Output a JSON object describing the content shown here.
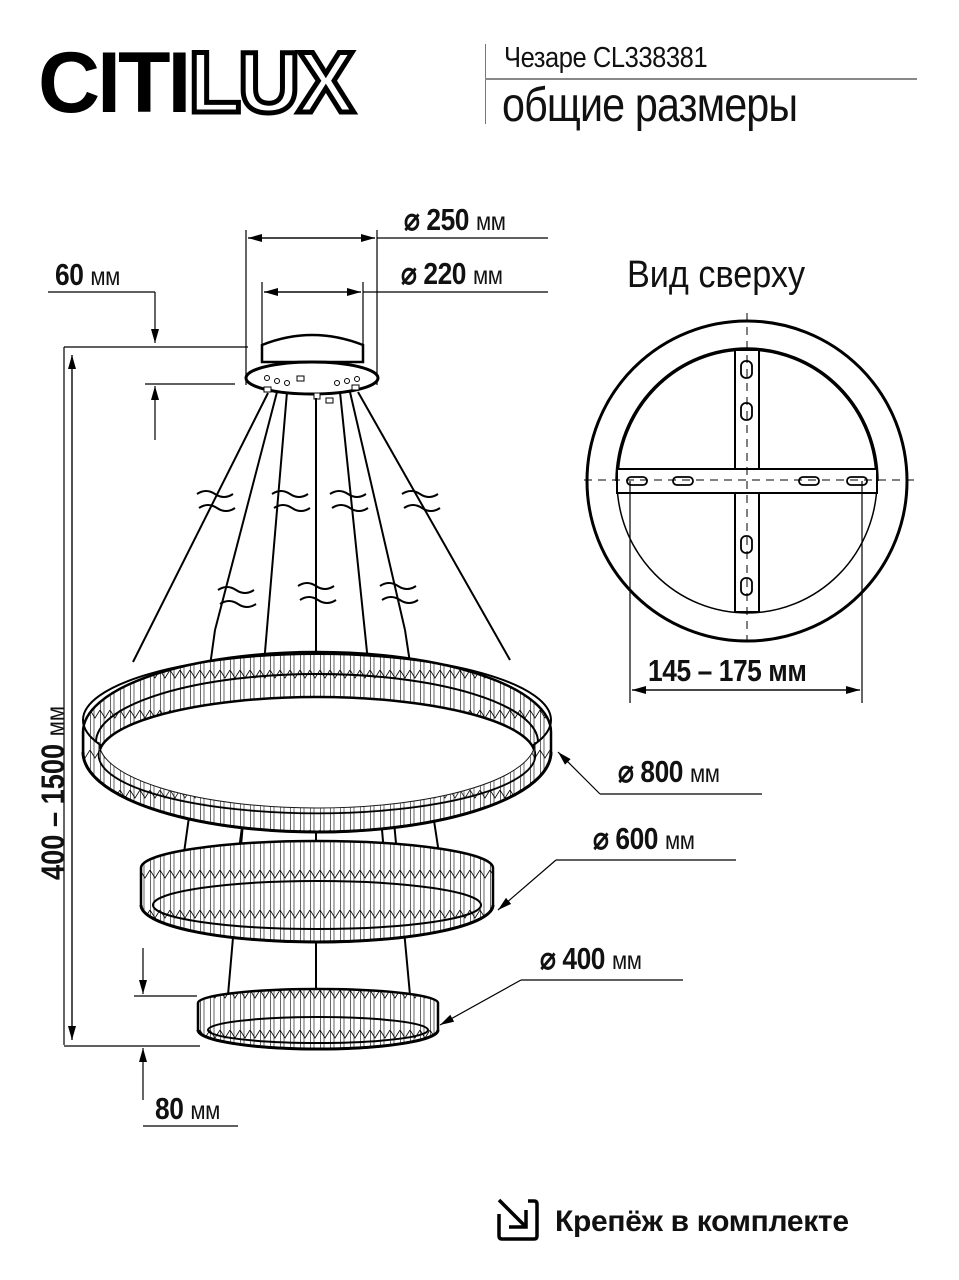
{
  "brand": {
    "logo_solid": "CITI",
    "logo_outline": "LUX"
  },
  "header": {
    "model": "Чезаре CL338381",
    "subtitle": "общие размеры"
  },
  "dimensions": {
    "canopy_outer": {
      "symbol": "⌀",
      "value": "250",
      "unit": "мм"
    },
    "canopy_inner": {
      "symbol": "⌀",
      "value": "220",
      "unit": "мм"
    },
    "canopy_height": {
      "value": "60",
      "unit": "мм"
    },
    "total_height": {
      "value": "400 – 1500",
      "unit": "мм"
    },
    "ring_large": {
      "symbol": "⌀",
      "value": "800",
      "unit": "мм"
    },
    "ring_medium": {
      "symbol": "⌀",
      "value": "600",
      "unit": "мм"
    },
    "ring_small": {
      "symbol": "⌀",
      "value": "400",
      "unit": "мм"
    },
    "ring_height": {
      "value": "80",
      "unit": "мм"
    },
    "mount_span": {
      "value": "145 – 175 мм"
    }
  },
  "top_view": {
    "title": "Вид сверху"
  },
  "footer": {
    "icon": "arrow-into-box-icon",
    "text": "Крепёж в комплекте"
  },
  "colors": {
    "ink": "#000000",
    "background": "#ffffff",
    "rule": "#888888"
  }
}
